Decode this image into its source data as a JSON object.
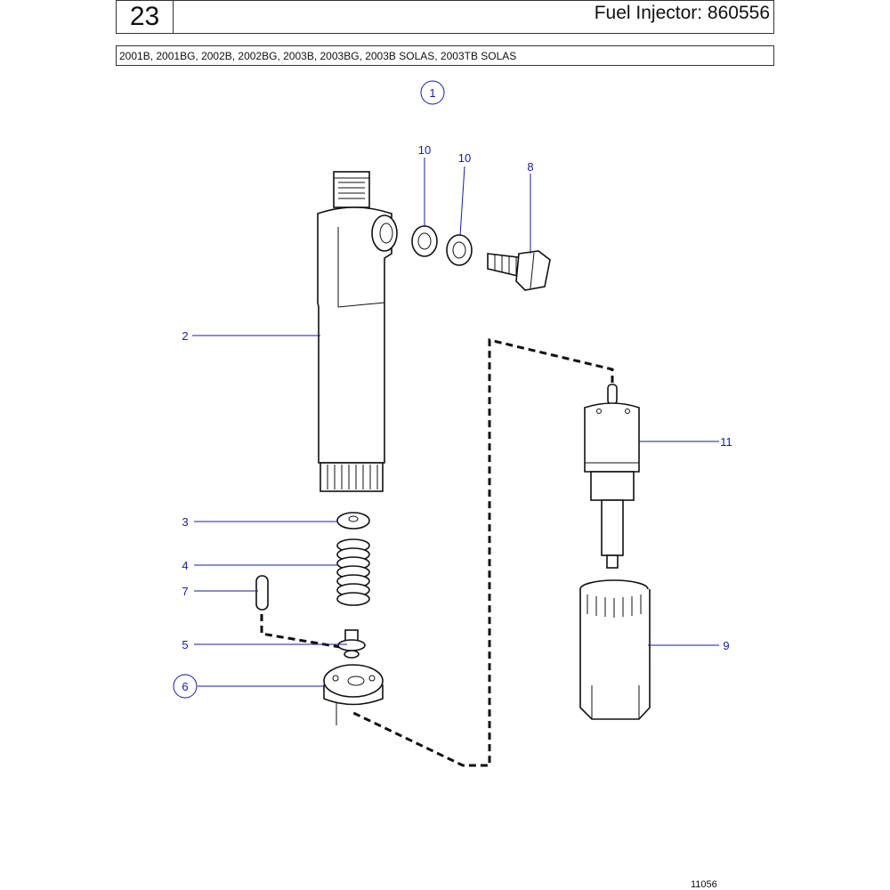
{
  "header": {
    "page_number": "23",
    "title": "Fuel Injector: 860556",
    "models": "2001B, 2001BG, 2002B, 2002BG, 2003B, 2003BG, 2003B SOLAS, 2003TB SOLAS"
  },
  "figure_number": "11056",
  "callouts": [
    {
      "id": "c1",
      "label": "1",
      "circled": true
    },
    {
      "id": "c2",
      "label": "2",
      "circled": false
    },
    {
      "id": "c3",
      "label": "3",
      "circled": false
    },
    {
      "id": "c4",
      "label": "4",
      "circled": false
    },
    {
      "id": "c5",
      "label": "5",
      "circled": false
    },
    {
      "id": "c6",
      "label": "6",
      "circled": true
    },
    {
      "id": "c7",
      "label": "7",
      "circled": false
    },
    {
      "id": "c8",
      "label": "8",
      "circled": false
    },
    {
      "id": "c9",
      "label": "9",
      "circled": false
    },
    {
      "id": "c10a",
      "label": "10",
      "circled": false
    },
    {
      "id": "c10b",
      "label": "10",
      "circled": false
    },
    {
      "id": "c11",
      "label": "11",
      "circled": false
    }
  ]
}
